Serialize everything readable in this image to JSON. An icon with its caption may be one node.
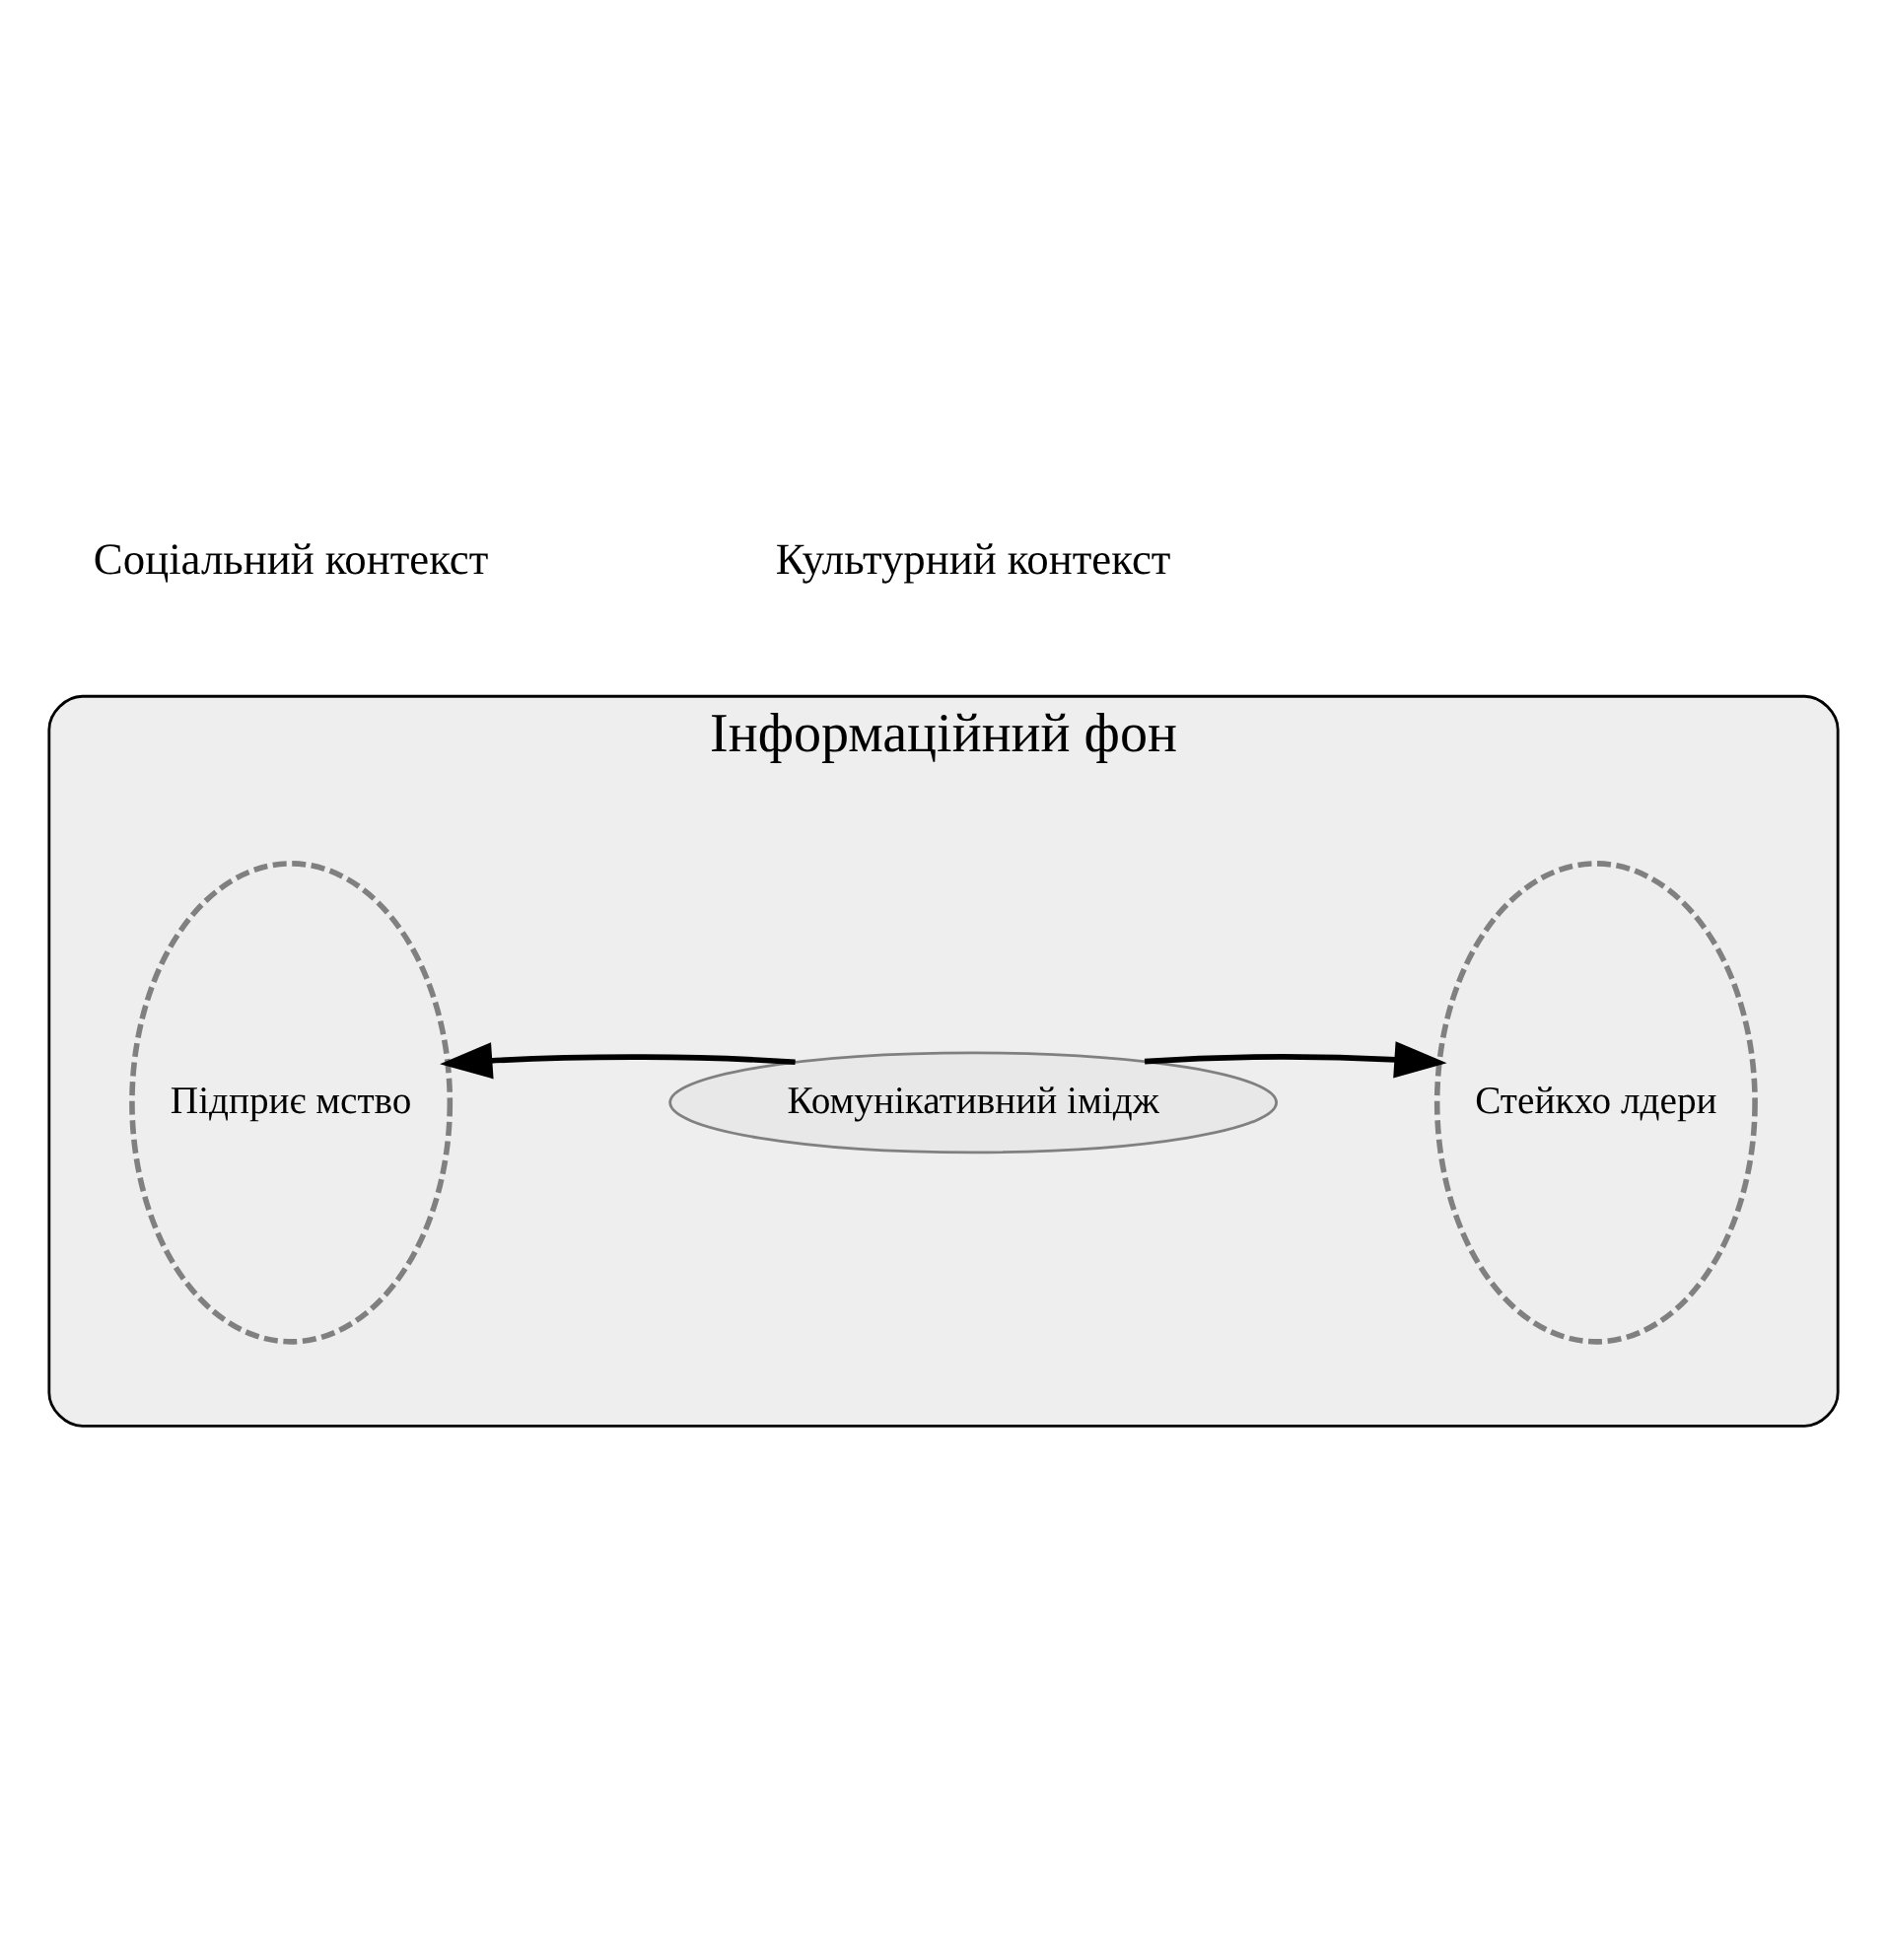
{
  "diagram": {
    "nodes": [
      {
        "text": [
          "Інформаційний фон"
        ]
      },
      {
        "text": [
          "Підприє мство"
        ],
        "in": 0
      },
      {
        "text": [
          "Комунікативний імідж"
        ],
        "in": 0
      },
      {
        "text": [
          "Стейкхо лдери"
        ],
        "in": 0
      }
    ],
    "edges": [
      {
        "from": 2,
        "to": 1,
        "arrow": "to"
      },
      {
        "from": 2,
        "to": 3,
        "arrow": "to"
      }
    ],
    "labels": [
      "Соціальний контекст",
      "Культурний контекст"
    ]
  }
}
